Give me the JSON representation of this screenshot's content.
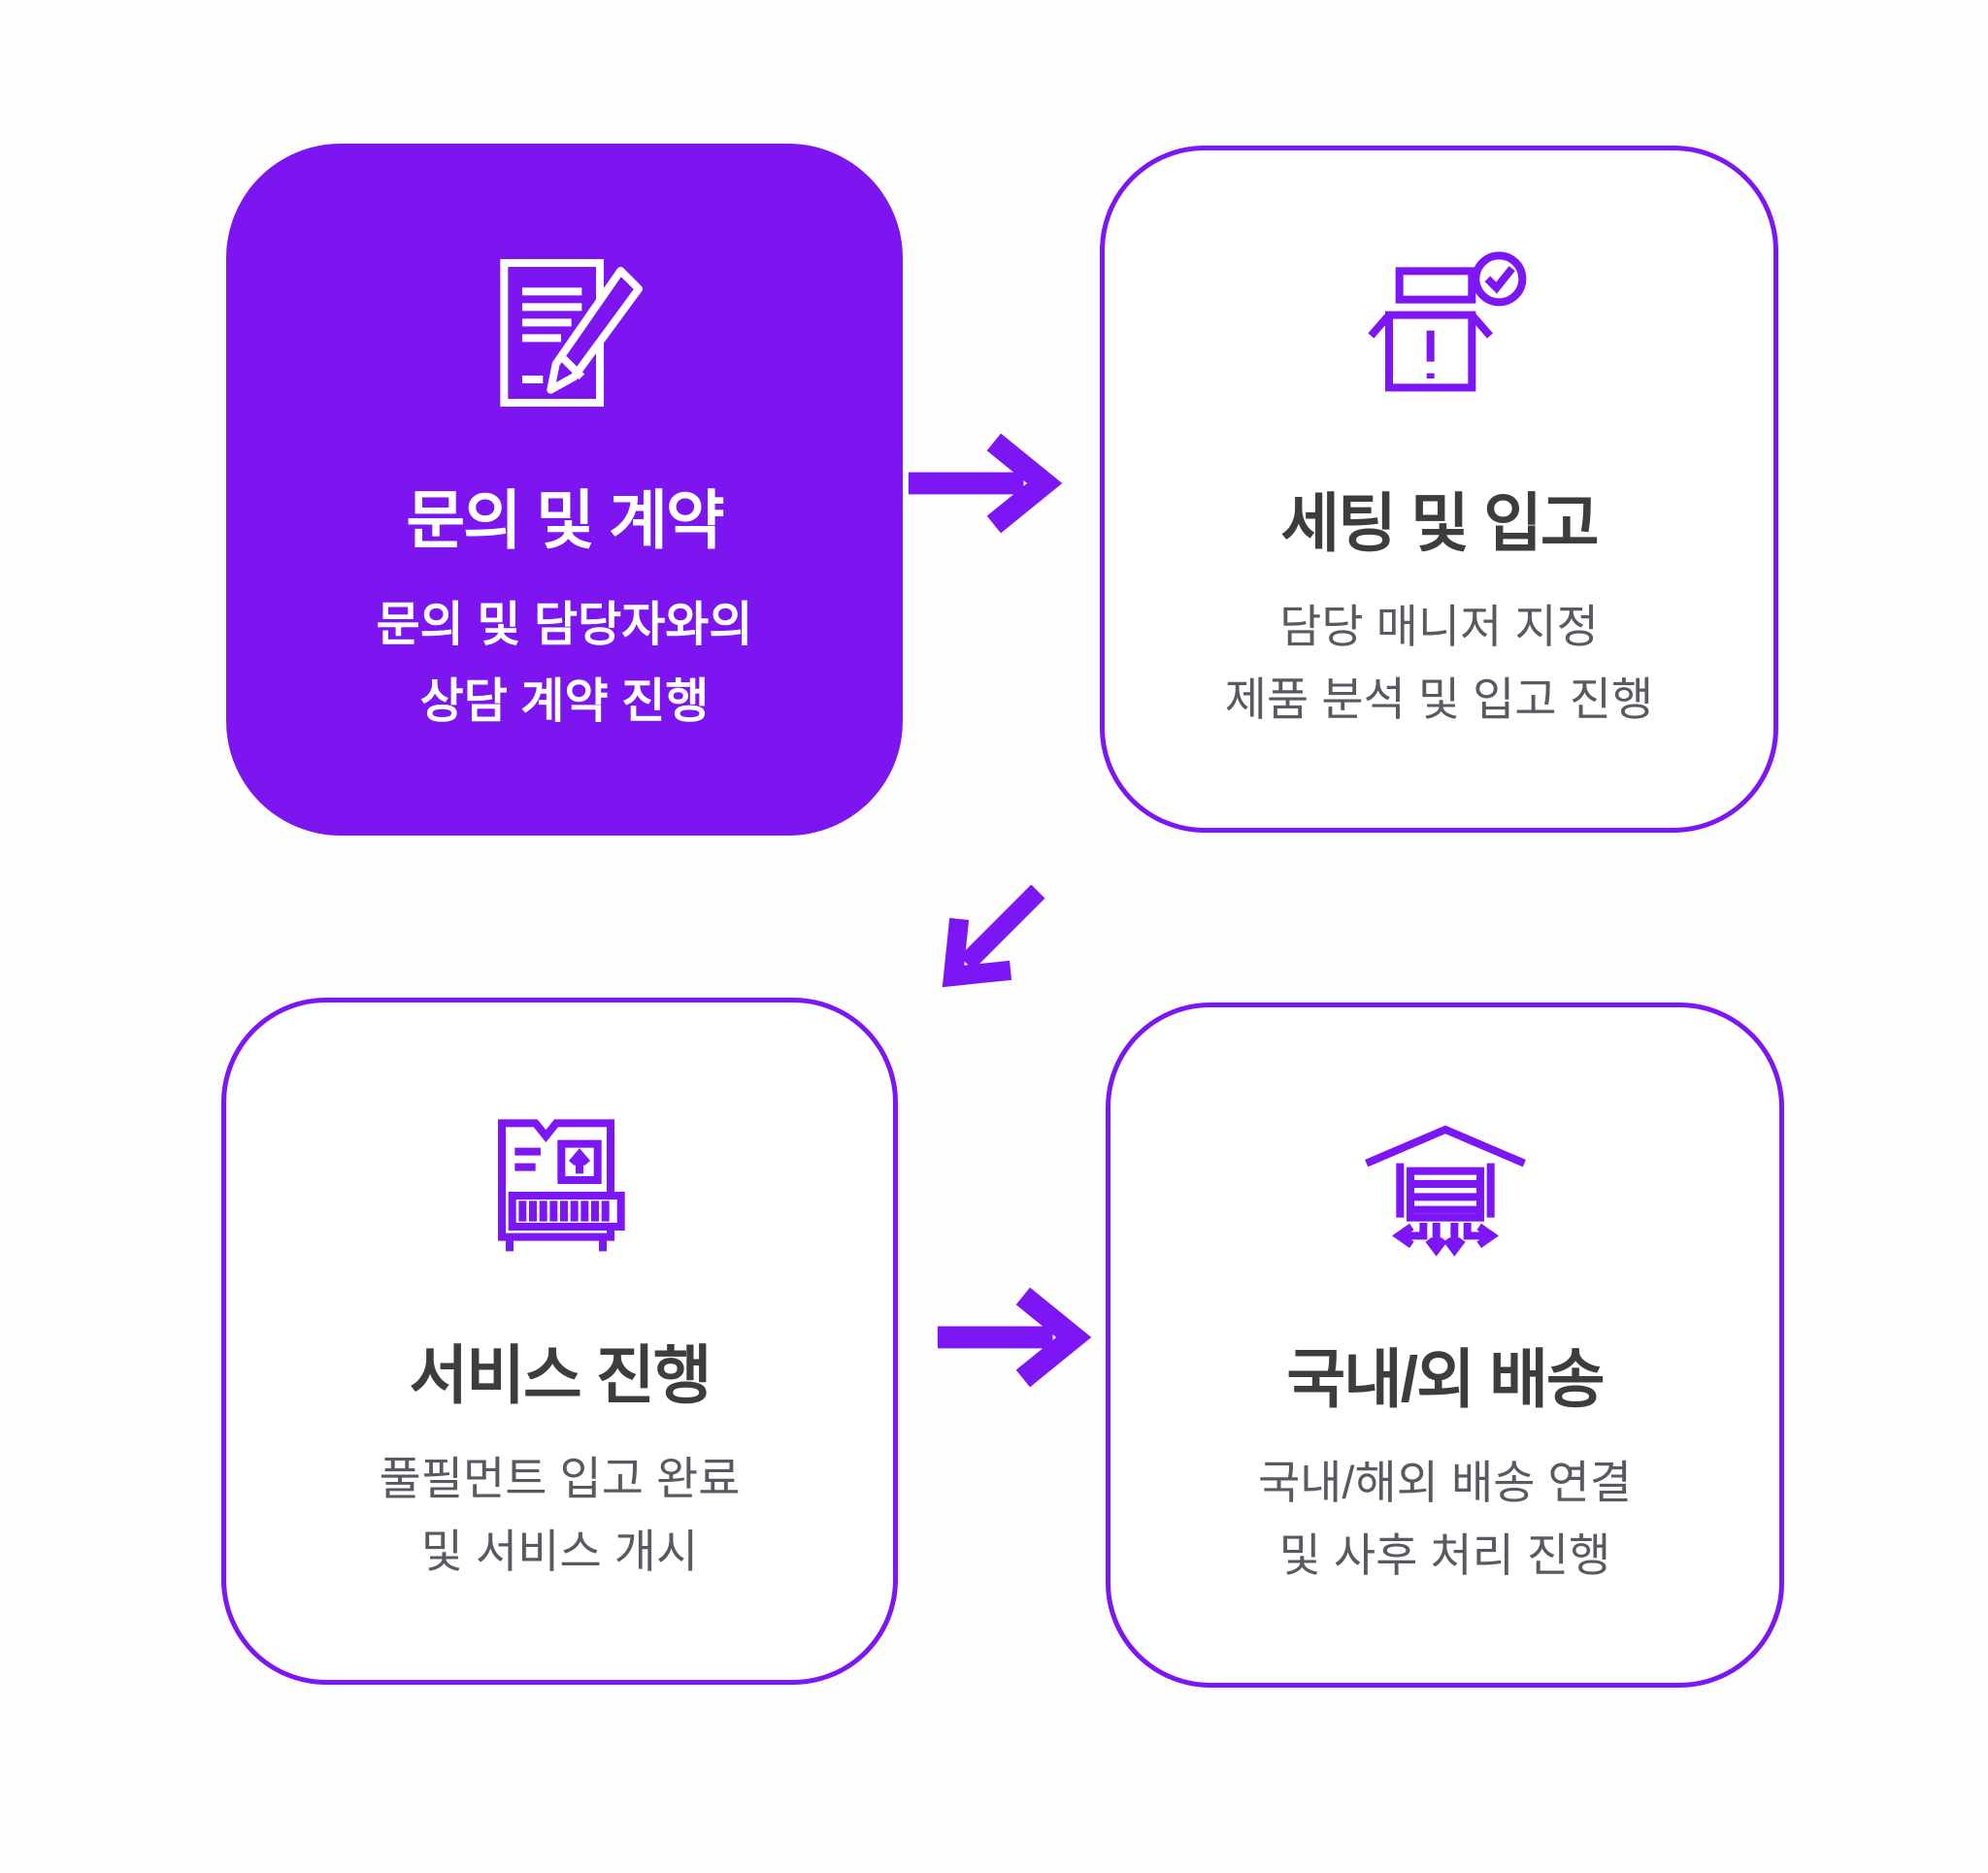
{
  "diagram": {
    "title": "fulfillment-process-flow",
    "background": "#fdfdfd",
    "colors": {
      "accent_purple": "#7d16f4",
      "filled_card_bg": "#7c15f0",
      "title_dark": "#3d3d3f",
      "desc_gray": "#595961",
      "white": "#ffffff"
    }
  },
  "steps": [
    {
      "title": "문의 및 계약",
      "desc": [
        "문의 및 담당자와의",
        "상담 계약 진행"
      ],
      "icon": "contract-pen-icon",
      "variant": "filled"
    },
    {
      "title": "세팅 및 입고",
      "desc": [
        "담당 매니저 지정",
        "제품 분석 및 입고 진행"
      ],
      "icon": "box-check-icon",
      "variant": "outline"
    },
    {
      "title": "서비스 진행",
      "desc": [
        "풀필먼트 입고 완료",
        "및 서비스 개시"
      ],
      "icon": "invoice-barcode-icon",
      "variant": "outline"
    },
    {
      "title": "국내/외 배송",
      "desc": [
        "국내/해외 배송 연결",
        "및 사후 처리 진행"
      ],
      "icon": "warehouse-dispatch-icon",
      "variant": "outline"
    }
  ],
  "arrows": [
    {
      "name": "arrow-step1-to-step2",
      "direction": "right"
    },
    {
      "name": "arrow-step2-to-step3",
      "direction": "down-left"
    },
    {
      "name": "arrow-step3-to-step4",
      "direction": "right"
    }
  ]
}
